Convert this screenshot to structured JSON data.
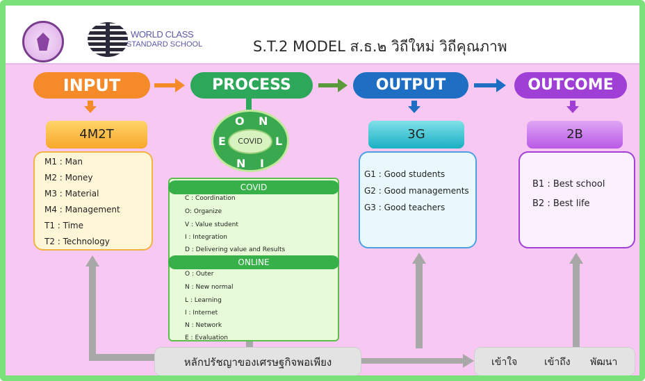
{
  "header": {
    "title": "S.T.2 MODEL ส.ธ.๒ วิถีใหม่ วิถีคุณภาพ",
    "wcs_line1": "WORLD CLASS",
    "wcs_line2": "STANDARD SCHOOL"
  },
  "stages": {
    "input": "INPUT",
    "process": "PROCESS",
    "output": "OUTPUT",
    "outcome": "OUTCOME"
  },
  "input_box": {
    "title": "4M2T",
    "items": [
      "M1 : Man",
      "M2 : Money",
      "M3 : Material",
      "M4 : Management",
      "T1  : Time",
      "T2  : Technology"
    ]
  },
  "process_box": {
    "wheel_letters": [
      "O",
      "N",
      "L",
      "I",
      "N",
      "E"
    ],
    "wheel_center": "COVID",
    "covid_title": "COVID",
    "covid_items": [
      "C : Coordination",
      "O: Organize",
      "V : Value student",
      "I   : Integration",
      "D : Delivering value and Results"
    ],
    "online_title": "ONLINE",
    "online_items": [
      "O : Outer",
      "N : New normal",
      "L : Learning",
      "I   : Internet",
      "N : Network",
      "E : Evaluation"
    ]
  },
  "output_box": {
    "title": "3G",
    "items": [
      "G1 : Good students",
      "G2 : Good managements",
      "G3 : Good teachers"
    ]
  },
  "outcome_box": {
    "title": "2B",
    "items": [
      "B1 : Best school",
      "B2 : Best life"
    ]
  },
  "bottom": {
    "philosophy": "หลักปรัชญาของเศรษฐกิจพอเพียง",
    "steps": [
      "เข้าใจ",
      "เข้าถึง",
      "พัฒนา"
    ]
  },
  "colors": {
    "input": "#f58a2b",
    "process": "#2da85b",
    "output": "#1e6fc4",
    "outcome": "#a03fd6"
  }
}
